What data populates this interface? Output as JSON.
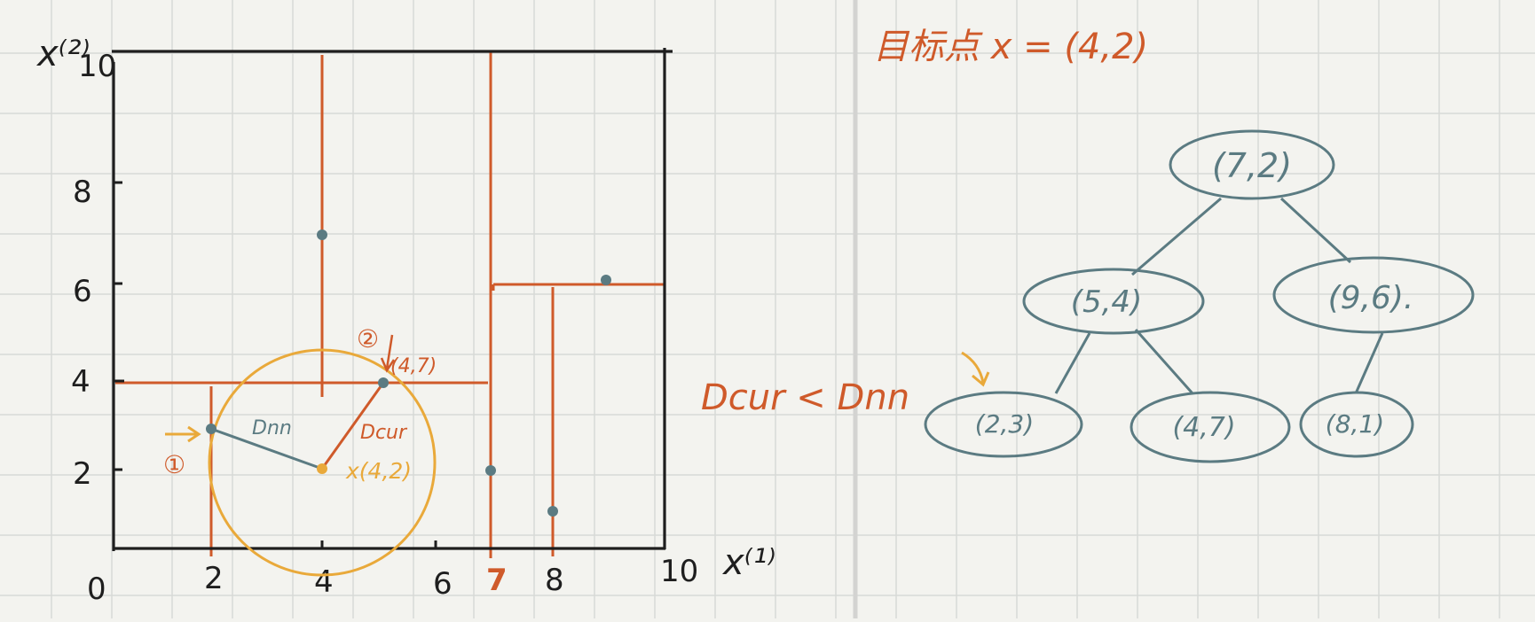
{
  "title_note": "目标点 x = (4,2)",
  "x_axis_label": "x⁽¹⁾",
  "y_axis_label": "x⁽²⁾",
  "origin_label": "0",
  "x_ticks": [
    "2",
    "4",
    "6",
    "7",
    "8",
    "10"
  ],
  "y_ticks": [
    "2",
    "4",
    "6",
    "8",
    "10"
  ],
  "target_point_label": "x(4,2)",
  "point_annotation": "(4,7)",
  "d_nn_label": "Dnn",
  "d_cur_label": "Dcur",
  "comparison_note": "Dcur < Dnn",
  "step1_marker": "①",
  "step2_marker": "②",
  "tree": {
    "root": "(7,2)",
    "left": "(5,4)",
    "right": "(9,6).",
    "left_left": "(2,3)",
    "left_right": "(4,7)",
    "right_left": "(8,1)"
  },
  "colors": {
    "background": "#f3f3ef",
    "grid": "#d7d9d7",
    "axis": "#1e1e1e",
    "split_line": "#cf5a2a",
    "point": "#5b7b82",
    "tree": "#5b7b82",
    "circle": "#e9a93a"
  }
}
